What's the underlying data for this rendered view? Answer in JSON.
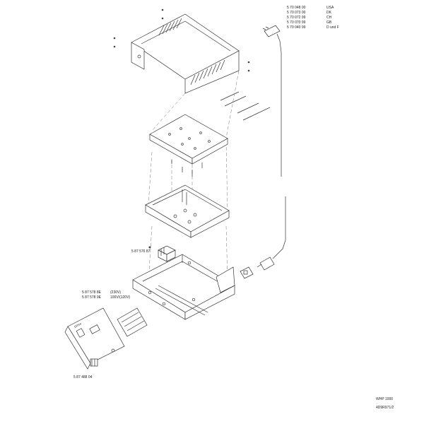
{
  "cable_parts": [
    {
      "code": "5 70 048 00",
      "country": "USA"
    },
    {
      "code": "5 70 073 00",
      "country": "DK"
    },
    {
      "code": "5 70 072 99",
      "country": "CH"
    },
    {
      "code": "5 70 070 99",
      "country": "GB"
    },
    {
      "code": "5 70 040 99",
      "country": "D und F"
    }
  ],
  "terminal_part": "5 87 576 87",
  "transformer_parts": [
    {
      "code": "5 87 578 8E",
      "voltage": "(230V)"
    },
    {
      "code": "5 87 578 9E",
      "voltage": "100V/(120V)"
    }
  ],
  "knob_part": "5 87 488 04",
  "model": "WHP 1000",
  "drawing_number": "4D9R971/2"
}
